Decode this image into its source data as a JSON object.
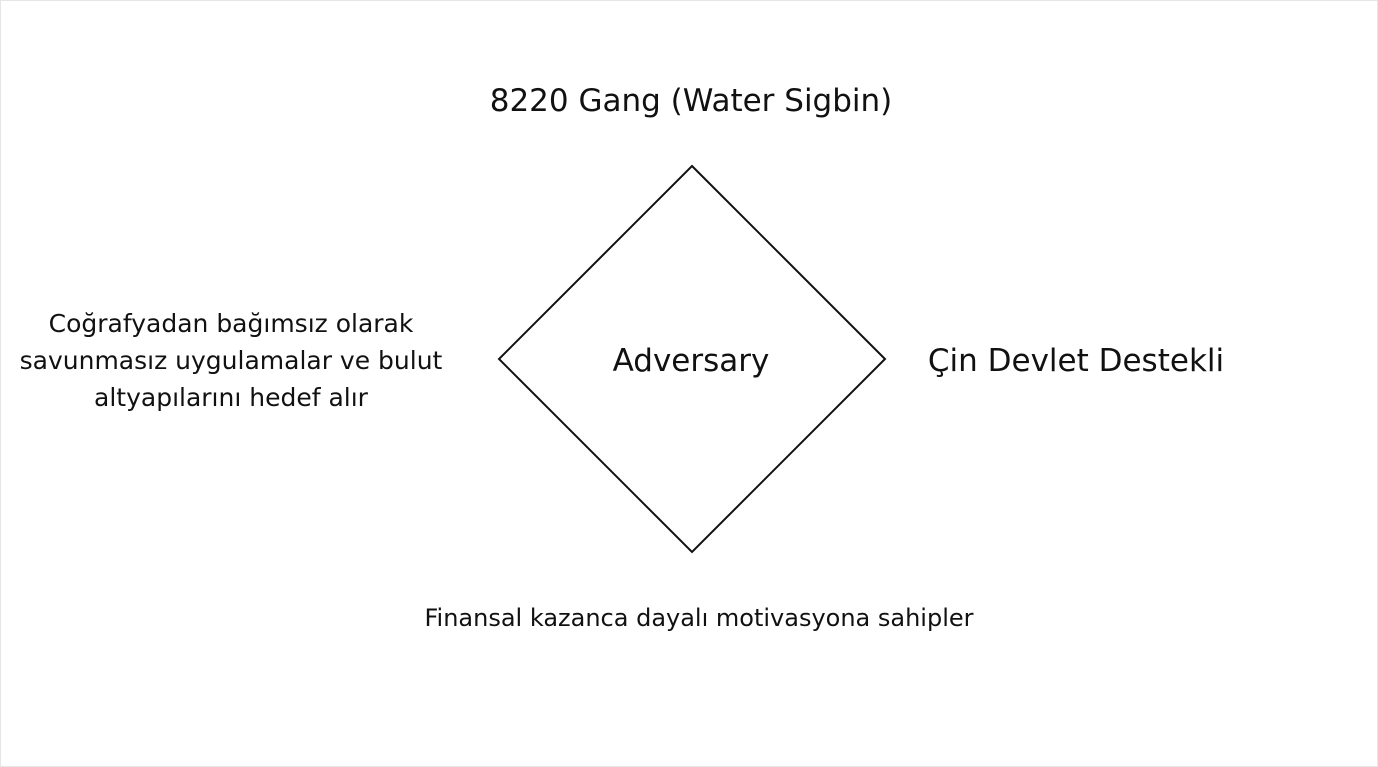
{
  "diagram": {
    "top_label": "8220 Gang (Water Sigbin)",
    "center_label": "Adversary",
    "right_label": "Çin Devlet Destekli",
    "left_label_lines": [
      "Coğrafyadan bağımsız olarak",
      "savunmasız uygulamalar ve bulut",
      "altyapılarını hedef alır"
    ],
    "bottom_label": "Finansal kazanca dayalı motivasyona sahipler",
    "stroke_color": "#111111"
  }
}
